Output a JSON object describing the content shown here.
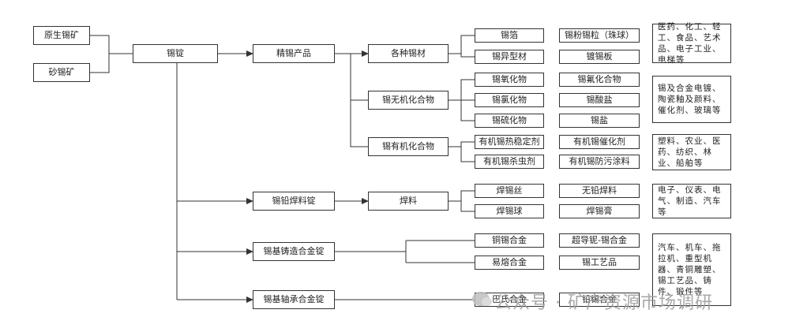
{
  "nodes": {
    "yuanshengxikuang": "原生锡矿",
    "shaxikuang": "砂锡矿",
    "xiding": "锡锭",
    "jingxichanpin": "精锡产品",
    "gezhongxicai": "各种锡材",
    "xiwujihuahewu": "锡无机化合物",
    "xiyoujihuahewu": "锡有机化合物",
    "xiqianhanliaoding": "锡铅焊料锭",
    "hanliao": "焊料",
    "xijizhuzaohejinding": "锡基铸造合金锭",
    "xijizhouchenghejinding": "锡基轴承合金锭",
    "xibo": "锡箔",
    "xifenxili": "锡粉锡粒（珠球）",
    "xiyixingcai": "锡异型材",
    "duxiban": "镀锡板",
    "xiyanghuawu": "锡氧化物",
    "xifuhuahewu": "锡氟化合物",
    "xilvhuawu": "锡氯化物",
    "xisuanyan": "锡酸盐",
    "xiliuhuawu": "锡硫化物",
    "xiyan": "锡盐",
    "youjirewending": "有机锡热稳定剂",
    "youjicuihuaji": "有机锡催化剂",
    "youjishachongji": "有机锡杀虫剂",
    "youjifangwu": "有机锡防污涂料",
    "hanxisi": "焊锡丝",
    "wuqianhanliao": "无铅焊料",
    "hanxiqiu": "焊锡球",
    "hanxigao": "焊锡膏",
    "tongxihejin": "铜锡合金",
    "chaodaoniuxihejin": "超导铌-锡合金",
    "yirongehejin": "易熔合金",
    "xigongyipin": "锡工艺品",
    "batehejin": "巴氏合金",
    "qianxihejin": "铅锡合金"
  },
  "applications": {
    "xicai_apps": "医药、化工、轻工、食品、艺术品、电子工业、电梯等",
    "wuji_apps": "锡及合金电镀、陶瓷釉及颜料、催化剂、玻璃等",
    "youji_apps": "塑料、农业、医药、纺织、林业、船舶等",
    "hanliao_apps": "电子、仪表、电气、制造、汽车等",
    "hejin_apps": "汽车、机车、拖拉机、重型机器、青铜雕塑、锡工艺品、铸件、锻件等"
  },
  "watermark": "公众号 · 矿产资源市场调研"
}
